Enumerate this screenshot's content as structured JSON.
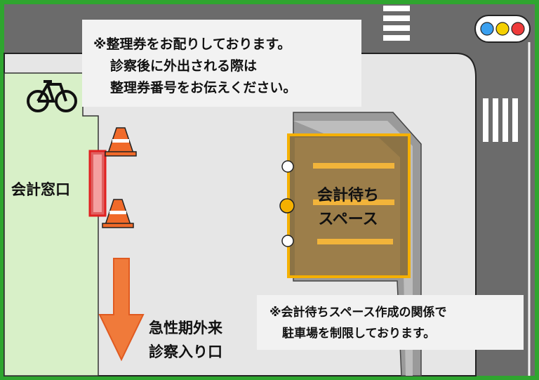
{
  "notice_top": {
    "line1": "※整理券をお配りしております。",
    "line2": "診察後に外出される際は",
    "line3": "整理券番号をお伝えください。"
  },
  "notice_bottom": {
    "line1": "※会計待ちスペース作成の関係で",
    "line2": "駐車場を制限しております。"
  },
  "labels": {
    "cashier_window": "会計窓口",
    "waiting_space_line1": "会計待ち",
    "waiting_space_line2": "スペース",
    "entrance_line1": "急性期外来",
    "entrance_line2": "診察入り口"
  },
  "icons": {
    "bicycle": "bicycle-icon",
    "traffic_light": "traffic-light-icon",
    "cones": "traffic-cone-icon",
    "arrow": "arrow-down-icon"
  },
  "colors": {
    "frame_green": "#2fa52f",
    "building_green": "#d8f0c8",
    "road": "#6b6b6b",
    "sidewalk": "#e6e6e6",
    "waiting_area_border": "#f5b000",
    "waiting_area_fill": "#8c7345",
    "cone_orange": "#f06a2a",
    "arrow_orange": "#f07a3a",
    "window_red": "#e02020"
  }
}
